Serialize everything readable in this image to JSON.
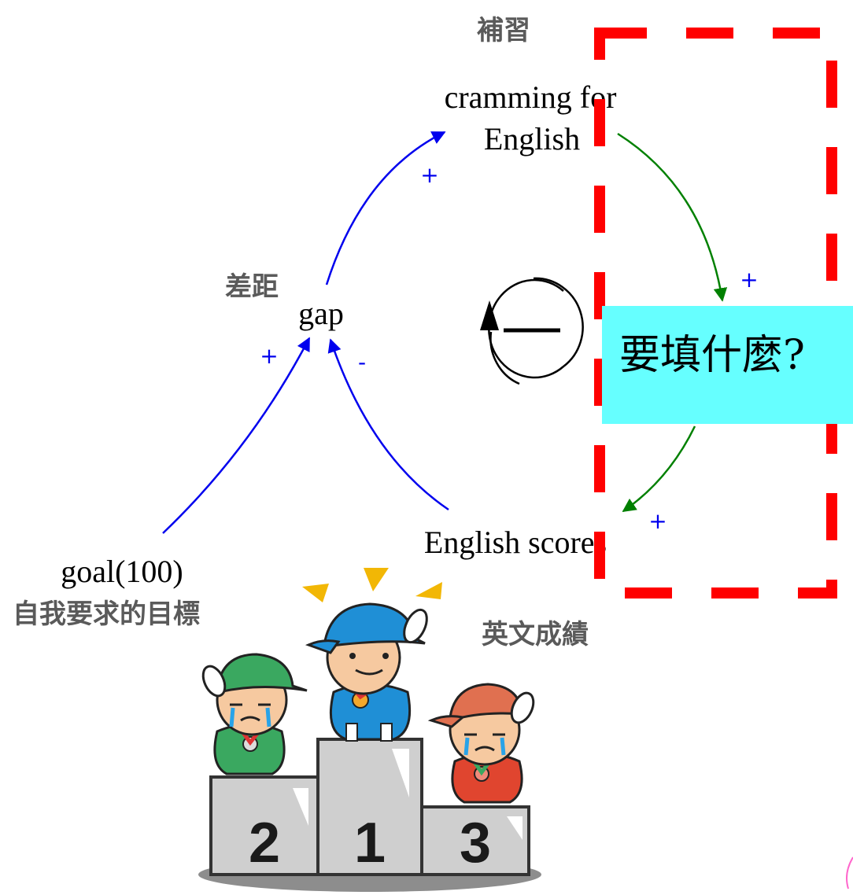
{
  "nodes": {
    "cramming": {
      "line1": "cramming for",
      "line2": "English",
      "zh": "補習"
    },
    "gap": {
      "label": "gap",
      "zh": "差距"
    },
    "goal": {
      "label": "goal(100)",
      "zh": "自我要求的目標"
    },
    "scores": {
      "label": "English scores",
      "zh": "英文成績"
    }
  },
  "links": [
    {
      "from": "gap",
      "to": "cramming",
      "polarity": "+",
      "color": "#0000ee"
    },
    {
      "from": "cramming",
      "to": "scores",
      "polarity": "+",
      "color": "#008000",
      "via": "unknown variable"
    },
    {
      "from": "scores",
      "to": "gap",
      "polarity": "-",
      "color": "#0000ee"
    },
    {
      "from": "goal",
      "to": "gap",
      "polarity": "+",
      "color": "#0000ee"
    }
  ],
  "loop": {
    "symbol": "—"
  },
  "question": {
    "text": "要填什麼?"
  },
  "podium": {
    "places": [
      "2",
      "1",
      "3"
    ]
  },
  "colors": {
    "question_bg": "#66ffff",
    "dashed_frame": "#ff0000",
    "causal_link": "#0000ee",
    "unknown_link": "#008000",
    "medal_first": "#1f8fd6",
    "medal_second": "#3aa860",
    "medal_third": "#e0452f"
  }
}
